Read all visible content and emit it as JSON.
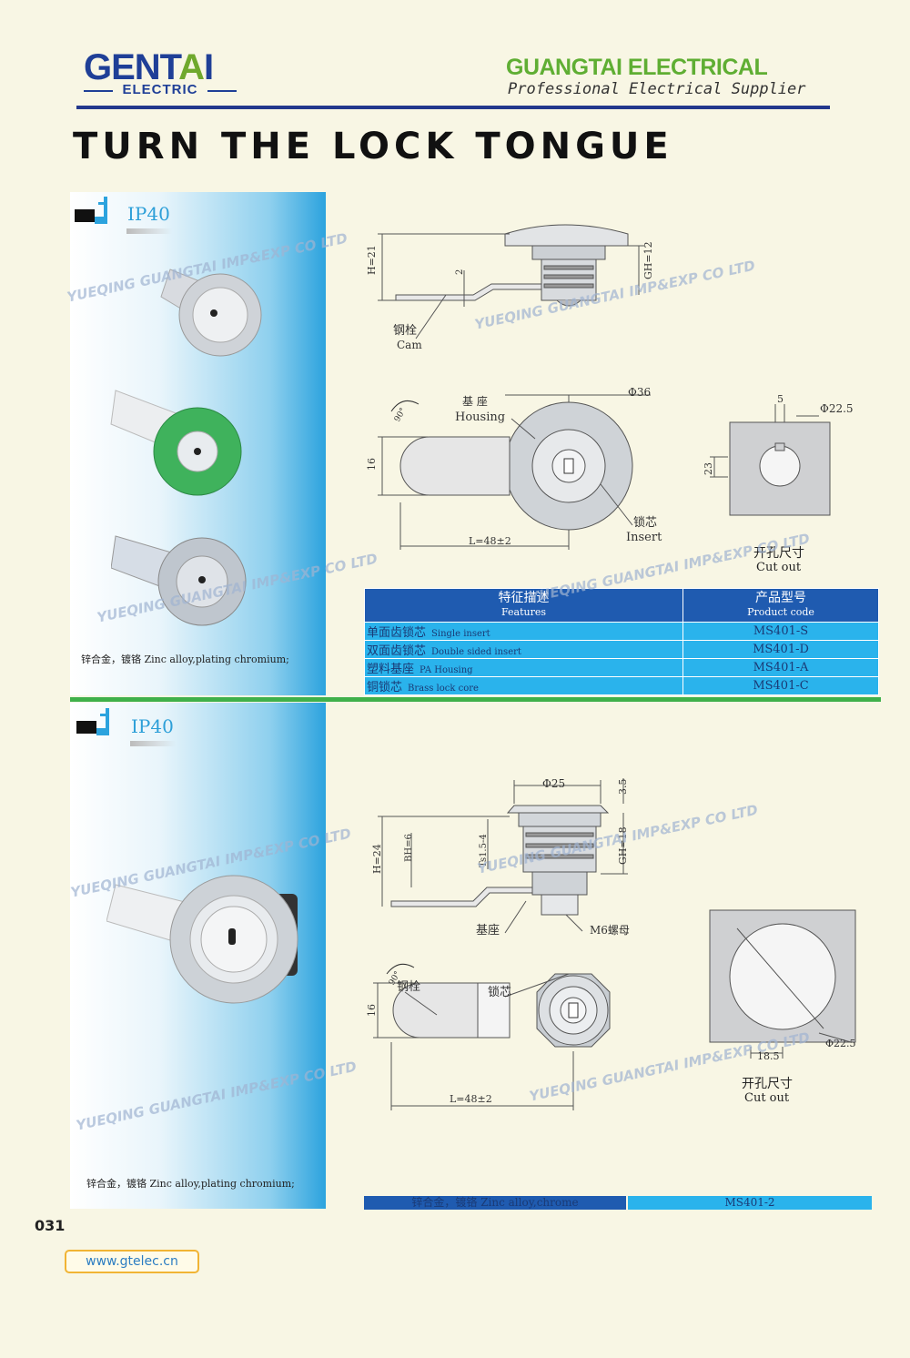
{
  "header": {
    "logo_main_1": "GENT",
    "logo_main_2": "A",
    "logo_main_3": "I",
    "logo_sub": "ELECTRIC",
    "company": "GUANGTAI ELECTRICAL",
    "tagline": "Professional Electrical Supplier"
  },
  "title": "TURN THE LOCK TONGUE",
  "watermark": "YUEQING GUANGTAI IMP&EXP CO LTD",
  "section1": {
    "ip": "IP40",
    "material": "锌合金，镀铬 Zinc alloy,plating chromium;",
    "drawing": {
      "h": "H=21",
      "two": "2",
      "gh": "GH=12",
      "cam_cn": "钢栓",
      "cam_en": "Cam",
      "housing_cn": "基 座",
      "housing_en": "Housing",
      "dia": "Φ36",
      "sixteen": "16",
      "length": "L=48±2",
      "insert_cn": "锁芯",
      "insert_en": "Insert",
      "angle": "90°",
      "cut_five": "5",
      "cut_dia": "Φ22.5",
      "cut_23": "23"
    },
    "cutout_cn": "开孔尺寸",
    "cutout_en": "Cut out",
    "table": {
      "col1_cn": "特征描述",
      "col1_en": "Features",
      "col2_cn": "产品型号",
      "col2_en": "Product code",
      "rows": [
        {
          "cn": "单面齿锁芯",
          "en": "Single insert",
          "code": "MS401-S"
        },
        {
          "cn": "双面齿锁芯",
          "en": "Double sided insert",
          "code": "MS401-D"
        },
        {
          "cn": "塑料基座",
          "en": "PA Housing",
          "code": "MS401-A"
        },
        {
          "cn": "铜锁芯",
          "en": "Brass lock core",
          "code": "MS401-C"
        }
      ]
    }
  },
  "section2": {
    "ip": "IP40",
    "material": "锌合金，镀铬 Zinc alloy,plating chromium;",
    "drawing": {
      "dia": "Φ25",
      "three5": "3.5",
      "h": "H=24",
      "bh": "BH=6",
      "ts": "Ts1.5-4",
      "gh": "GH=18",
      "housing_cn": "基座",
      "nut": "M6螺母",
      "cam_cn": "钢栓",
      "insert_cn": "锁芯",
      "sixteen": "16",
      "length": "L=48±2",
      "angle": "90°",
      "cut_dia": "Φ22.5",
      "cut_185": "18.5"
    },
    "cutout_cn": "开孔尺寸",
    "cutout_en": "Cut out",
    "bar_left": "锌合金，镀铬 Zinc alloy,chrome",
    "bar_right": "MS401-2"
  },
  "footer": {
    "page": "031",
    "url": "www.gtelec.cn"
  }
}
